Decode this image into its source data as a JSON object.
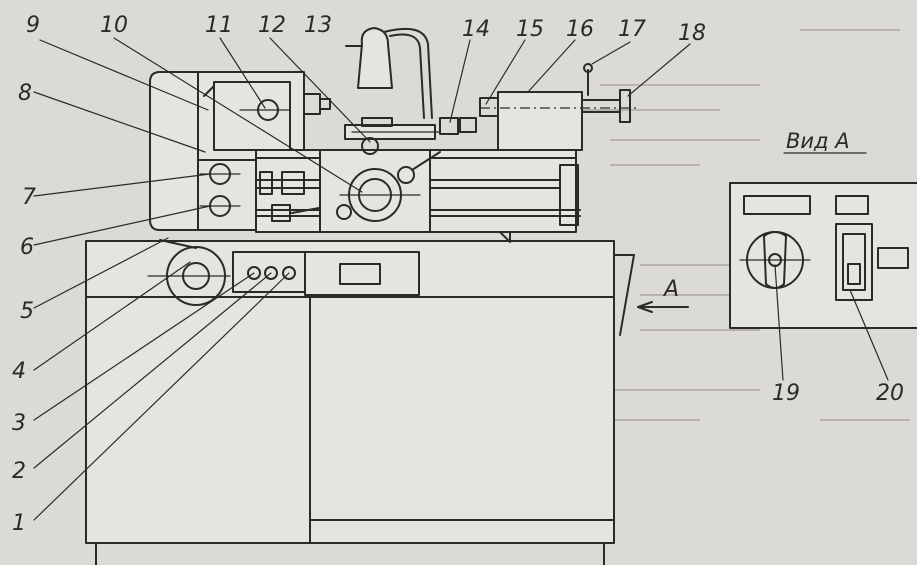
{
  "callouts": [
    "1",
    "2",
    "3",
    "4",
    "5",
    "6",
    "7",
    "8",
    "9",
    "10",
    "11",
    "12",
    "13",
    "14",
    "15",
    "16",
    "17",
    "18",
    "19",
    "20"
  ],
  "view_label": "Вид А",
  "arrow_label": "А"
}
